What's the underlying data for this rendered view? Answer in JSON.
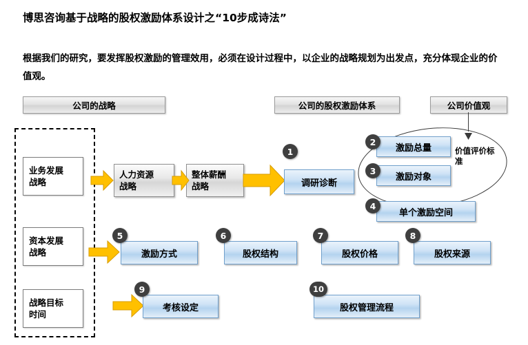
{
  "header": {
    "title": "博思咨询基于战略的股权激励体系设计之“10步成诗法”",
    "subtitle": "根据我们的研究，要发挥股权激励的管理效用，必须在设计过程中，以企业的战略规划为出发点，充分体现企业的价值观。"
  },
  "tabs": [
    {
      "id": "strategy",
      "label": "公司的战略"
    },
    {
      "id": "equity",
      "label": "公司的股权激励体系"
    },
    {
      "id": "values",
      "label": "公司价值观"
    }
  ],
  "left_column": [
    {
      "id": "biz",
      "label": "业务发展\n战略"
    },
    {
      "id": "capital",
      "label": "资本发展\n战略"
    },
    {
      "id": "goal",
      "label": "战略目标\n时间"
    }
  ],
  "strategy_boxes": [
    {
      "id": "hr",
      "label": "人力资源\n战略"
    },
    {
      "id": "pay",
      "label": "整体薪酬\n战略"
    }
  ],
  "steps": [
    {
      "num": "1",
      "label": "调研诊断"
    },
    {
      "num": "2",
      "label": "激励总量"
    },
    {
      "num": "3",
      "label": "激励对象"
    },
    {
      "num": "4",
      "label": "单个激励空间"
    },
    {
      "num": "5",
      "label": "激励方式"
    },
    {
      "num": "6",
      "label": "股权结构"
    },
    {
      "num": "7",
      "label": "股权价格"
    },
    {
      "num": "8",
      "label": "股权来源"
    },
    {
      "num": "9",
      "label": "考核设定"
    },
    {
      "num": "10",
      "label": "股权管理流程"
    }
  ],
  "annotation": {
    "ellipse_label": "价值评价标准"
  },
  "colors": {
    "badge": "#3f3f3f",
    "arrow": "#ffc000",
    "arrow_border": "#d79b00",
    "blue_fill": "#cfe3f6",
    "blue_border": "#6f9fcb"
  }
}
